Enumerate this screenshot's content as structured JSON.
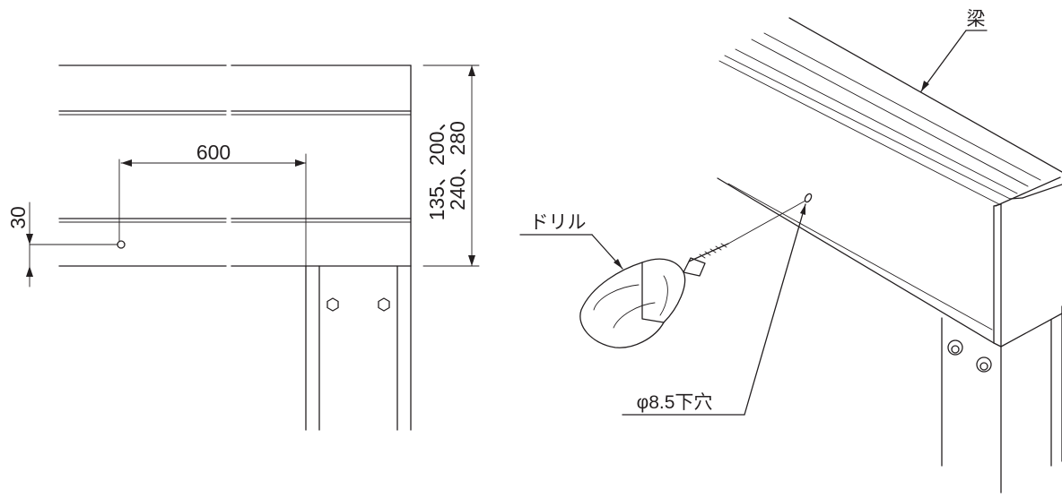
{
  "dimensions": {
    "hole_spacing": "600",
    "edge_offset": "30",
    "beam_heights_line1": "135、200、",
    "beam_heights_line2": "240、280"
  },
  "callouts": {
    "beam": "梁",
    "drill": "ドリル",
    "pilot_hole": "φ8.5下穴"
  }
}
